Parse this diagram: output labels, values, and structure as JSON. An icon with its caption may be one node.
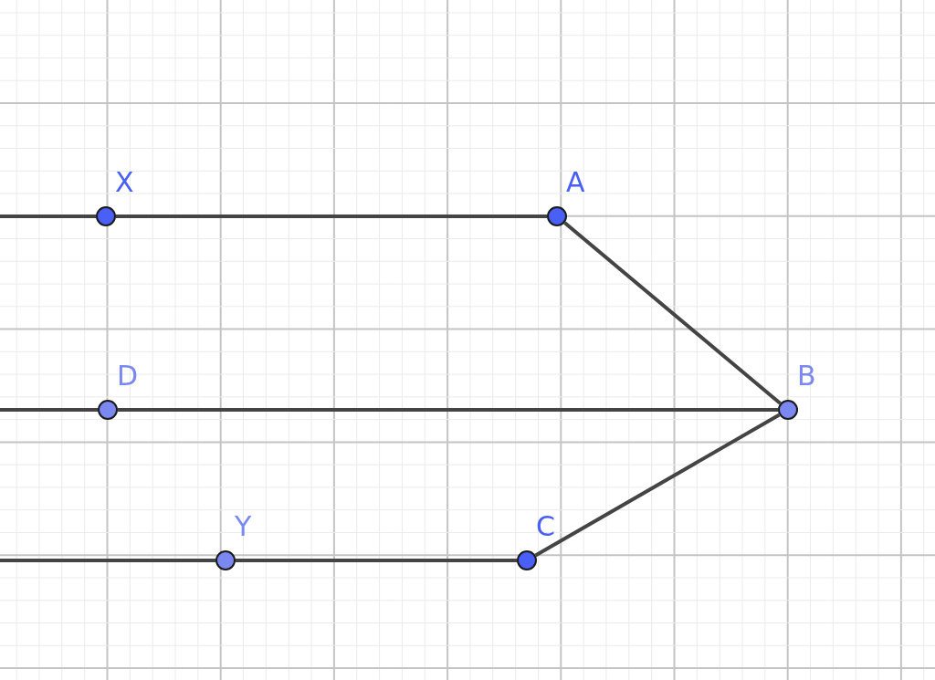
{
  "diagram": {
    "nodes": [
      {
        "text": [
          "X"
        ]
      },
      {
        "text": [
          "A"
        ]
      },
      {
        "text": [
          "D"
        ]
      },
      {
        "text": [
          "B"
        ]
      },
      {
        "text": [
          "Y"
        ]
      },
      {
        "text": [
          "C"
        ]
      }
    ],
    "edges": [
      {
        "from": null,
        "to": 0,
        "arrow": "none"
      },
      {
        "from": 0,
        "to": 1,
        "arrow": "none"
      },
      {
        "from": 1,
        "to": 3,
        "arrow": "none"
      },
      {
        "from": null,
        "to": 2,
        "arrow": "none"
      },
      {
        "from": 2,
        "to": 3,
        "arrow": "none"
      },
      {
        "from": null,
        "to": 4,
        "arrow": "none"
      },
      {
        "from": 4,
        "to": 5,
        "arrow": "none"
      },
      {
        "from": 5,
        "to": 3,
        "arrow": "none"
      }
    ]
  }
}
